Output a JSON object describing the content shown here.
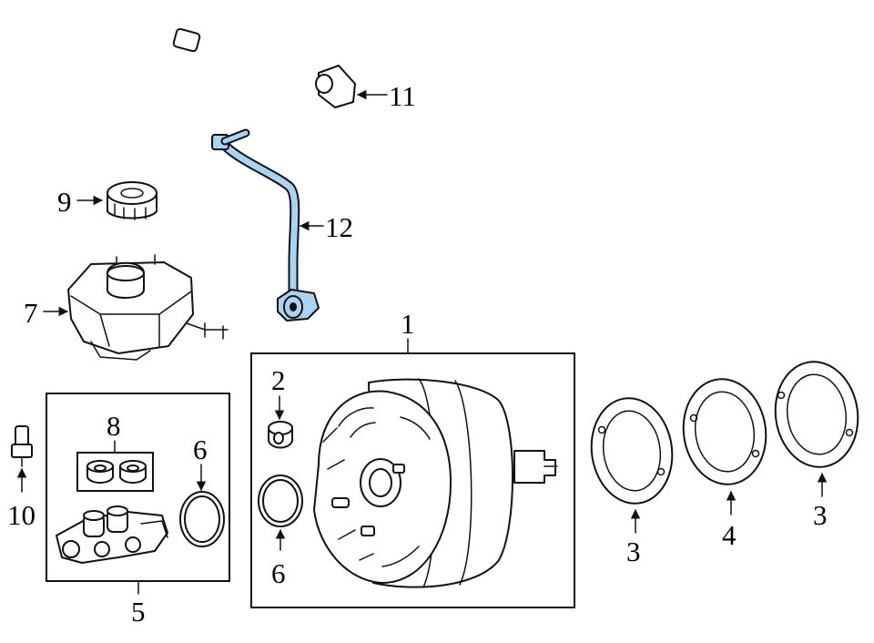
{
  "callouts": {
    "c1": "1",
    "c2": "2",
    "c3a": "3",
    "c3b": "3",
    "c4": "4",
    "c5": "5",
    "c6a": "6",
    "c6b": "6",
    "c7": "7",
    "c8": "8",
    "c9": "9",
    "c10": "10",
    "c11": "11",
    "c12": "12"
  },
  "colors": {
    "highlight": "#a9d3f0",
    "line": "#111111"
  }
}
